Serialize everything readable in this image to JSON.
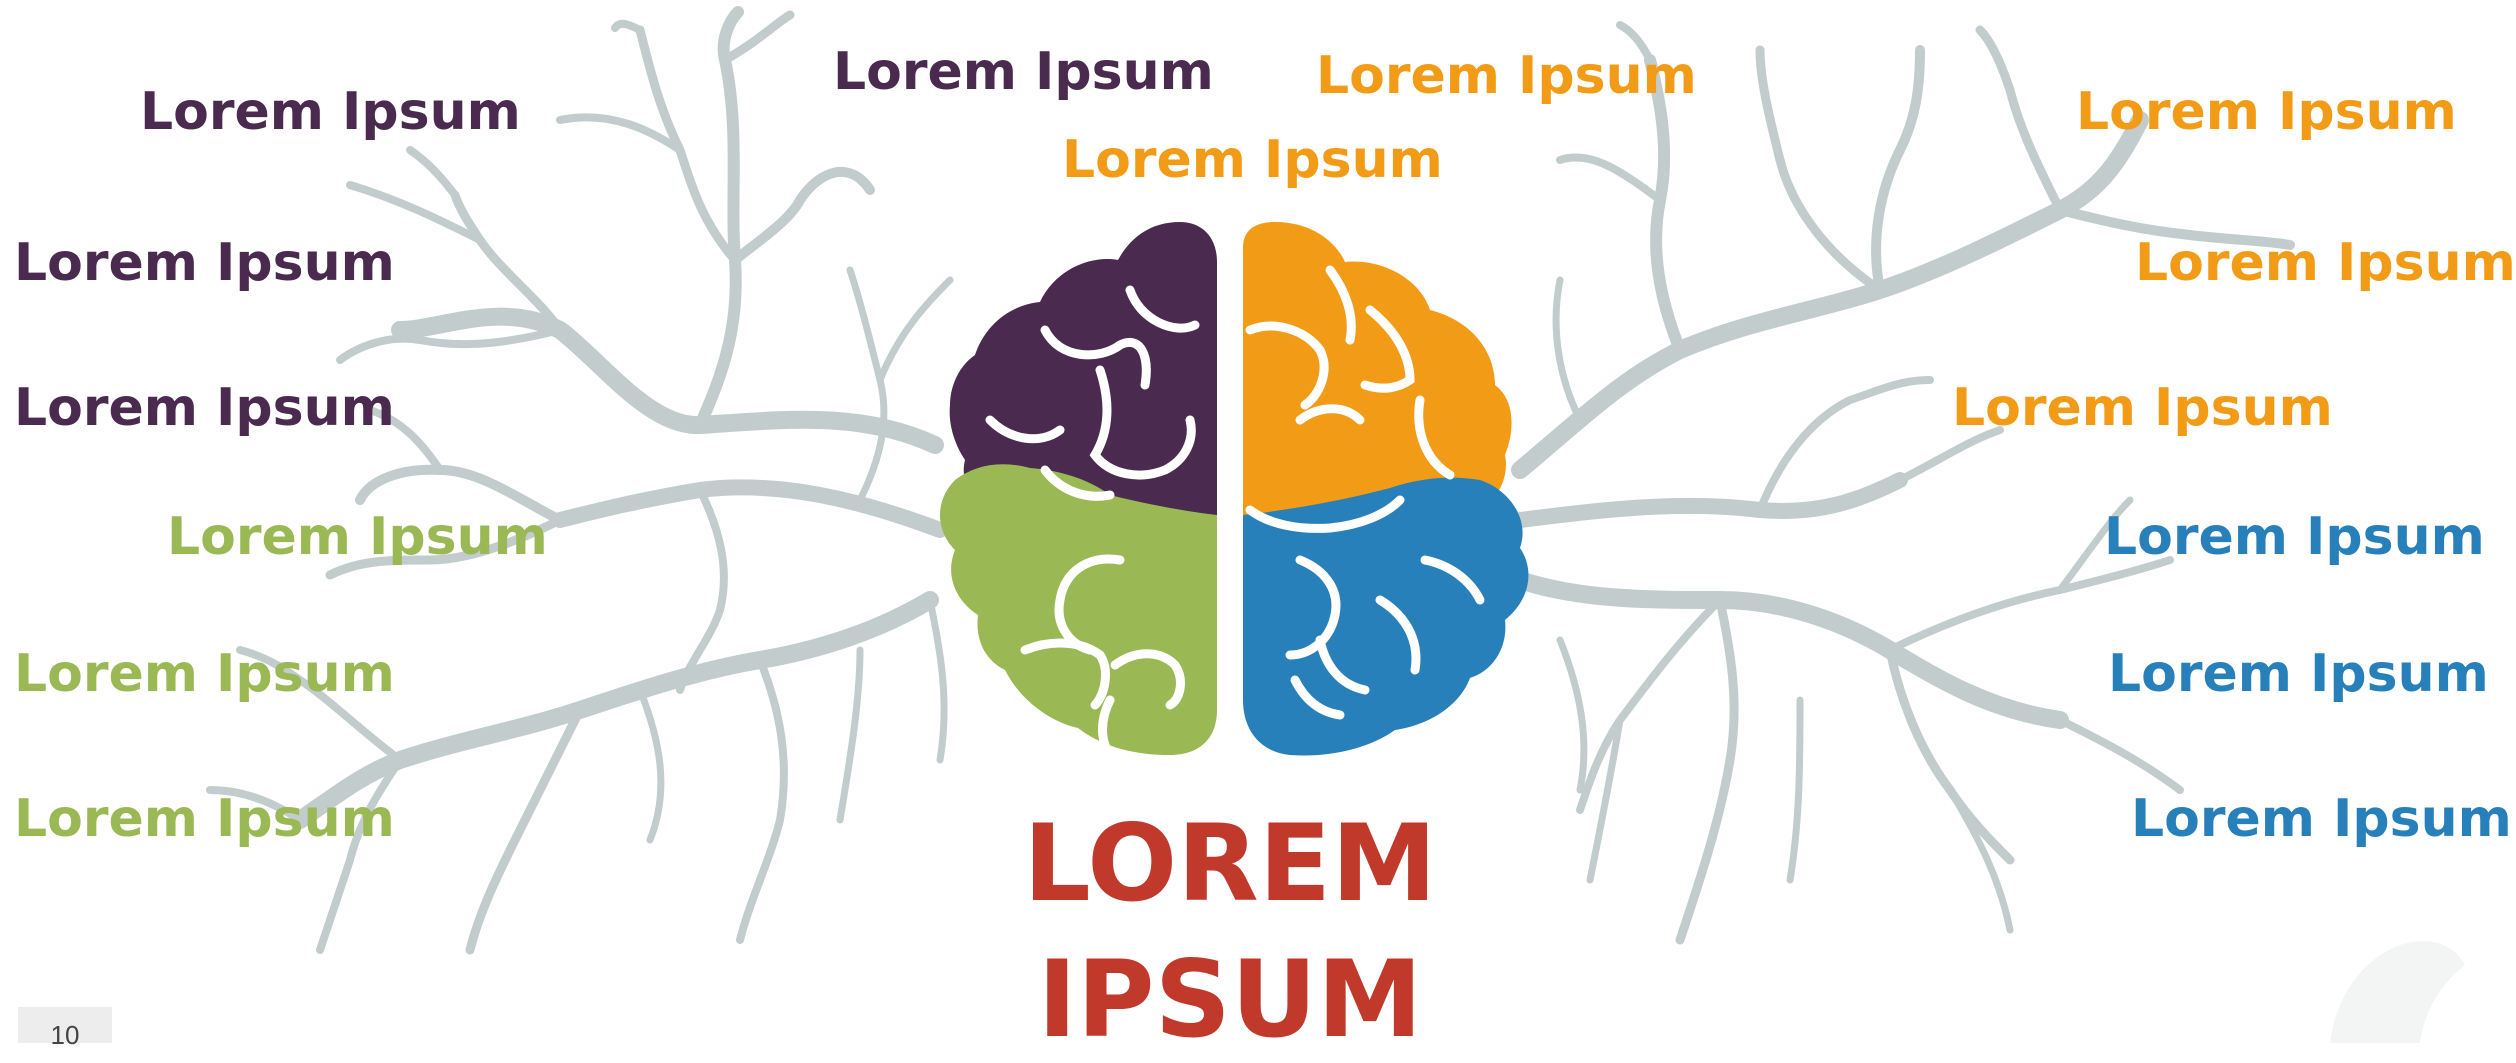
{
  "colors": {
    "purple": "#4a2a4e",
    "orange": "#f19b16",
    "green": "#9ab955",
    "blue": "#2880ba",
    "title_red": "#c0392b",
    "tree_gray": "#c3cccc"
  },
  "labels": {
    "top_1": "Lorem Ipsum",
    "top_2": "Lorem Ipsum",
    "top_3": "Lorem Ipsum",
    "left": [
      "Lorem Ipsum",
      "Lorem Ipsum",
      "Lorem Ipsum",
      "Lorem Ipsum",
      "Lorem Ipsum",
      "Lorem Ipsum"
    ],
    "right": [
      "Lorem Ipsum",
      "Lorem Ipsum",
      "Lorem Ipsum",
      "Lorem Ipsum",
      "Lorem Ipsum",
      "Lorem Ipsum"
    ]
  },
  "title": {
    "line1": "LOREM",
    "line2": "IPSUM"
  },
  "page_number": "10"
}
